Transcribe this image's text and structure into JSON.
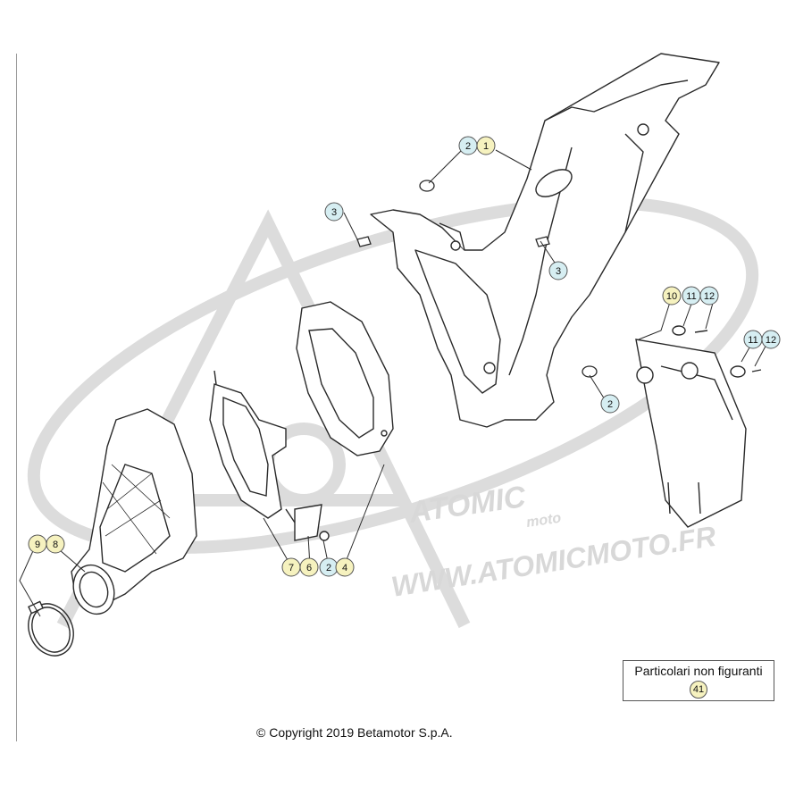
{
  "callouts": [
    {
      "number": "2",
      "fill": "#d6eef2"
    },
    {
      "number": "1",
      "fill": "#f6f2bf"
    },
    {
      "number": "3",
      "fill": "#d6eef2"
    },
    {
      "number": "3",
      "fill": "#d6eef2"
    },
    {
      "number": "10",
      "fill": "#f6f2bf"
    },
    {
      "number": "11",
      "fill": "#d6eef2"
    },
    {
      "number": "12",
      "fill": "#d6eef2"
    },
    {
      "number": "11",
      "fill": "#d6eef2"
    },
    {
      "number": "12",
      "fill": "#d6eef2"
    },
    {
      "number": "2",
      "fill": "#d6eef2"
    },
    {
      "number": "9",
      "fill": "#f6f2bf"
    },
    {
      "number": "8",
      "fill": "#f6f2bf"
    },
    {
      "number": "7",
      "fill": "#f6f2bf"
    },
    {
      "number": "6",
      "fill": "#f6f2bf"
    },
    {
      "number": "2",
      "fill": "#d6eef2"
    },
    {
      "number": "4",
      "fill": "#f6f2bf"
    }
  ],
  "legend": {
    "title": "Particolari non figuranti",
    "badge": "41"
  },
  "copyright": "© Copyright 2019 Betamotor S.p.A.",
  "watermark": {
    "brand": "ATOMIC",
    "sub": "moto",
    "url": "WWW.ATOMICMOTO.FR"
  },
  "colors": {
    "line": "#2a2a2a",
    "callout_yellow": "#f6f2bf",
    "callout_blue": "#d6eef2",
    "watermark": "#dcdcdc"
  }
}
